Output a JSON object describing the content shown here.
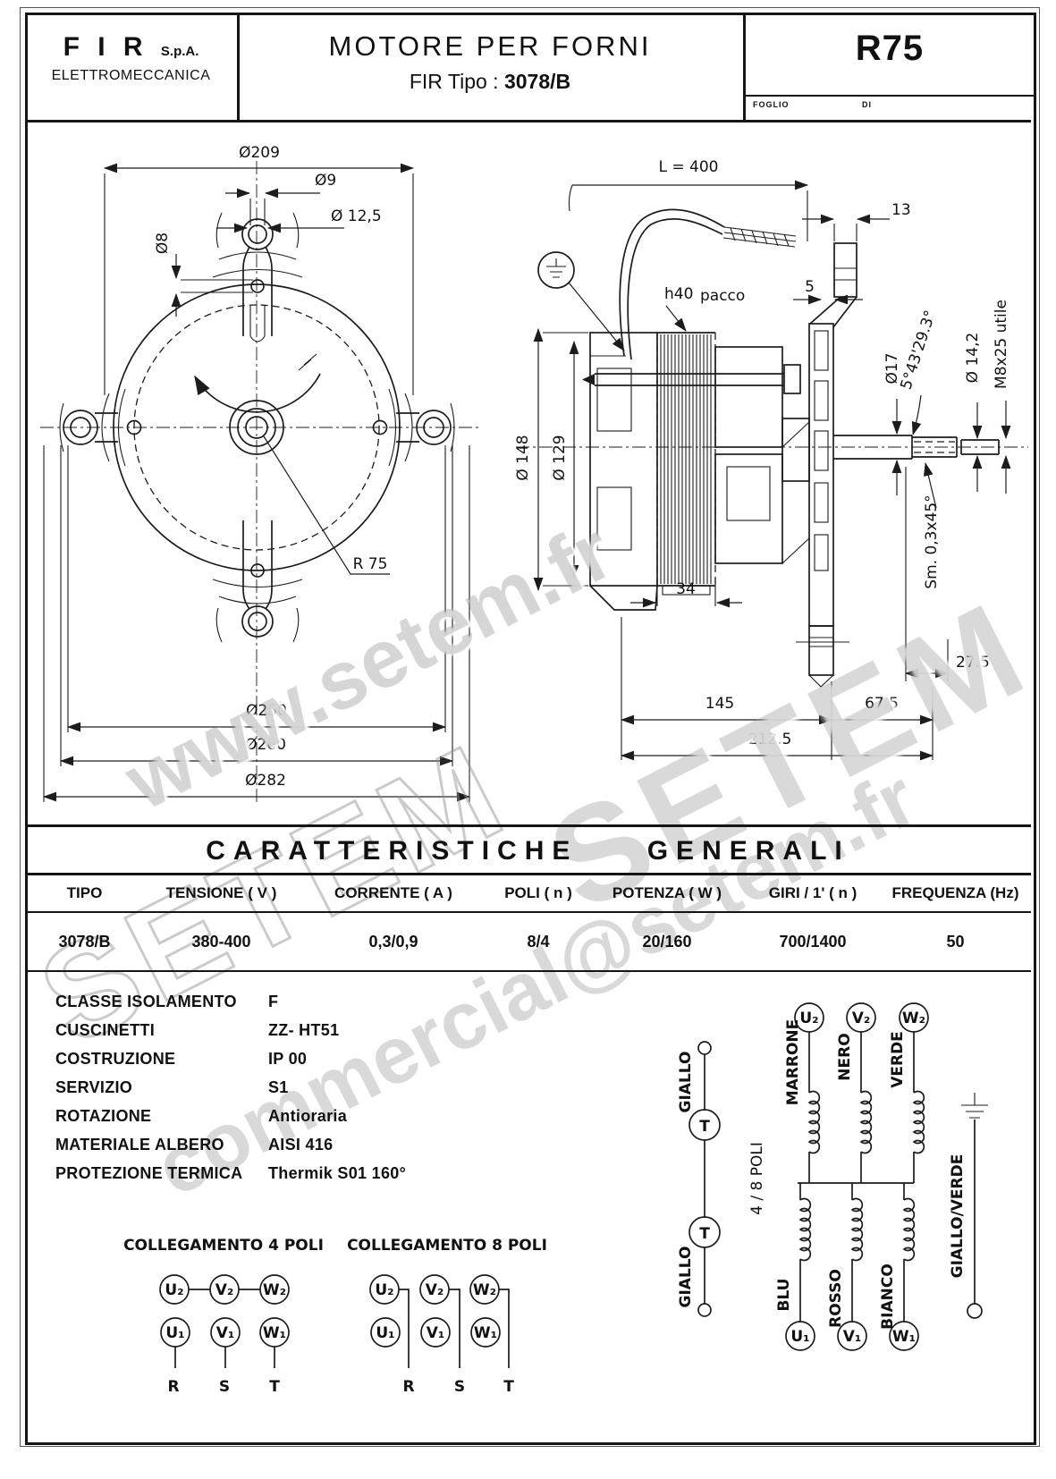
{
  "header": {
    "company_name": "F I R",
    "company_suffix": "S.p.A.",
    "company_sub": "ELETTROMECCANICA",
    "title": "MOTORE  PER  FORNI",
    "subtitle_prefix": "FIR Tipo : ",
    "subtitle_model": "3078/B",
    "code": "R75",
    "foglio_label": "FOGLIO",
    "di_label": "DI"
  },
  "watermarks": {
    "url": "www.setem.fr",
    "brand": "SETEM",
    "email": "commercial@setem.fr"
  },
  "front_view": {
    "dims": {
      "d209": "Ø209",
      "d9": "Ø9",
      "d12_5": "Ø 12,5",
      "d8": "Ø8",
      "r75": "R 75",
      "d250": "Ø250",
      "d260": "Ø260",
      "d282": "Ø282"
    }
  },
  "side_view": {
    "dims": {
      "l400": "L  =  400",
      "n13": "13",
      "n5": "5",
      "h40": "h40",
      "pacco": "pacco",
      "d148": "Ø 148",
      "d129": "Ø 129",
      "d17": "Ø17",
      "angle": "5°43'29.3°",
      "d14_2": "Ø 14,2",
      "m8": "M8x25  utile",
      "sm": "Sm. 0,3x45°",
      "n34": "34",
      "n27_5": "27.5",
      "n145": "145",
      "n67_5": "67.5",
      "n212_5": "212.5"
    }
  },
  "table": {
    "title_word1": "CARATTERISTICHE",
    "title_word2": "GENERALI",
    "columns": [
      "TIPO",
      "TENSIONE ( V )",
      "CORRENTE ( A )",
      "POLI ( n )",
      "POTENZA ( W )",
      "GIRI / 1' ( n )",
      "FREQUENZA (Hz)"
    ],
    "row": [
      "3078/B",
      "380-400",
      "0,3/0,9",
      "8/4",
      "20/160",
      "700/1400",
      "50"
    ]
  },
  "specs": {
    "items": [
      {
        "label": "CLASSE ISOLAMENTO",
        "value": "F"
      },
      {
        "label": "CUSCINETTI",
        "value": "ZZ- HT51"
      },
      {
        "label": "COSTRUZIONE",
        "value": "IP 00"
      },
      {
        "label": "SERVIZIO",
        "value": "S1"
      },
      {
        "label": "ROTAZIONE",
        "value": "Antioraria"
      },
      {
        "label": "MATERIALE ALBERO",
        "value": "AISI 416"
      },
      {
        "label": "PROTEZIONE TERMICA",
        "value": "Thermik S01 160°"
      }
    ]
  },
  "connections": {
    "c4": {
      "title": "COLLEGAMENTO 4 POLI",
      "top": [
        "U₂",
        "V₂",
        "W₂"
      ],
      "bottom": [
        "U₁",
        "V₁",
        "W₁"
      ],
      "phases": [
        "R",
        "S",
        "T"
      ]
    },
    "c8": {
      "title": "COLLEGAMENTO 8 POLI",
      "top": [
        "U₂",
        "V₂",
        "W₂"
      ],
      "bottom": [
        "U₁",
        "V₁",
        "W₁"
      ],
      "phases": [
        "R",
        "S",
        "T"
      ]
    }
  },
  "schematic": {
    "label": "4 / 8 POLI",
    "top_terminals": [
      "U₂",
      "V₂",
      "W₂"
    ],
    "bottom_terminals": [
      "U₁",
      "V₁",
      "W₁"
    ],
    "top_wires": [
      "MARRONE",
      "NERO",
      "VERDE"
    ],
    "bottom_wires": [
      "BLU",
      "ROSSO",
      "BIANCO"
    ],
    "thermal_wire_top": "GIALLO",
    "thermal_wire_bottom": "GIALLO",
    "thermal_label_1": "T",
    "thermal_label_2": "T",
    "ground_wire": "GIALLO/VERDE"
  }
}
